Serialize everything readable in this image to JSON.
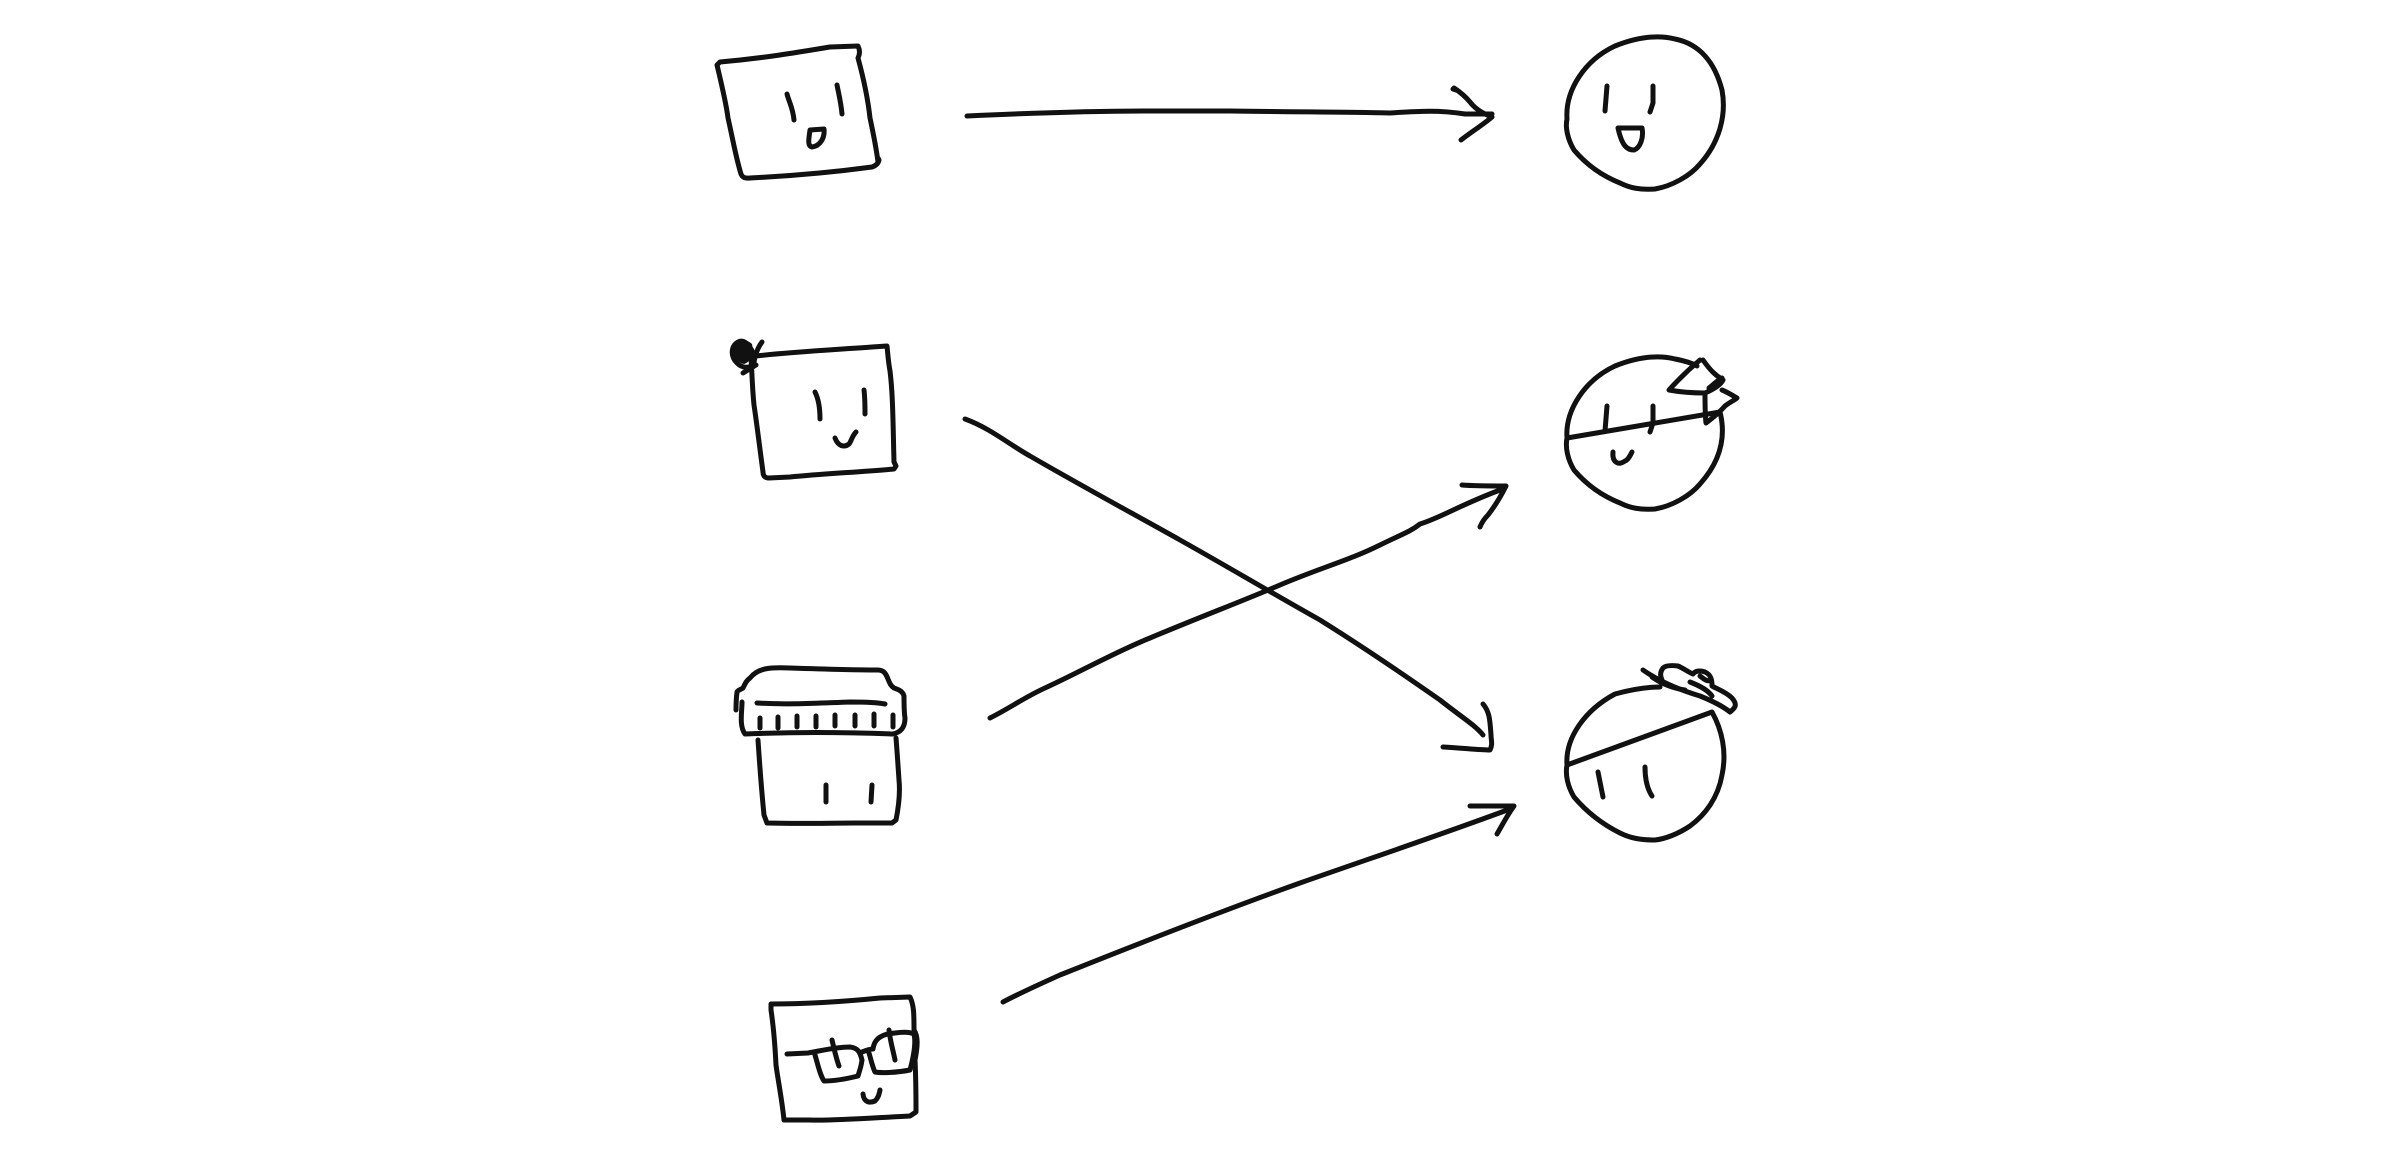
{
  "diagram": {
    "type": "matching-diagram",
    "stroke_color": "#111111",
    "background": "#ffffff",
    "left_items": [
      {
        "id": "square-plain",
        "features": [
          "eyes",
          "open-mouth"
        ]
      },
      {
        "id": "square-with-bow",
        "features": [
          "eyes",
          "smile",
          "hair-bow"
        ]
      },
      {
        "id": "square-with-bangs",
        "features": [
          "eyes",
          "fringe-hair"
        ]
      },
      {
        "id": "square-with-glasses",
        "features": [
          "glasses",
          "smile"
        ]
      }
    ],
    "right_items": [
      {
        "id": "circle-plain",
        "features": [
          "eyes",
          "open-mouth"
        ]
      },
      {
        "id": "circle-with-bow",
        "features": [
          "eyes",
          "smile",
          "hair-bow"
        ]
      },
      {
        "id": "circle-with-bangs",
        "features": [
          "eyes",
          "fringe-hair"
        ]
      }
    ],
    "connections": [
      {
        "from": "square-plain",
        "to": "circle-plain"
      },
      {
        "from": "square-with-bow",
        "to": "circle-with-bangs"
      },
      {
        "from": "square-with-bangs",
        "to": "circle-with-bow"
      },
      {
        "from": "square-with-glasses",
        "to": "circle-with-bangs"
      }
    ]
  }
}
